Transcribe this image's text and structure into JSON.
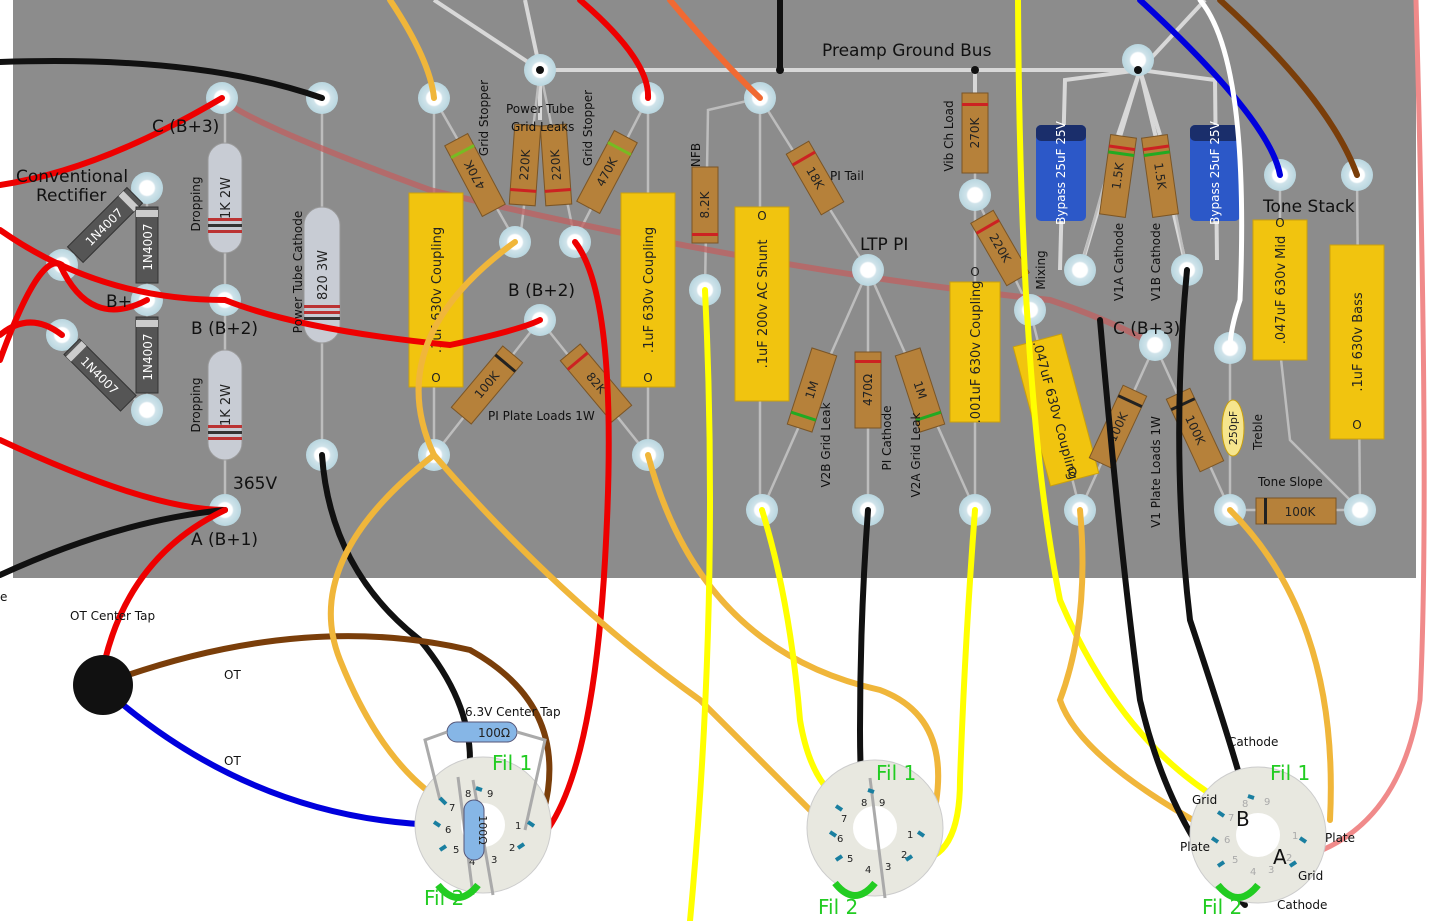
{
  "labels": {
    "preamp_ground_bus": "Preamp Ground Bus",
    "c_b3_left": "C (B+3)",
    "conventional": "Conventional",
    "rectifier": "Rectifier",
    "b_plus": "B+",
    "b_b2_left": "B (B+2)",
    "v365": "365V",
    "a_b1": "A (B+1)",
    "dropping": "Dropping",
    "power_tube_cathode": "Power Tube Cathode",
    "power_tube": "Power Tube",
    "grid_leaks": "Grid Leaks",
    "grid_stopper": "Grid Stopper",
    "b_b2_mid": "B (B+2)",
    "pi_plate_loads": "PI Plate Loads 1W",
    "nfb": "NFB",
    "pi_tail": "PI Tail",
    "ltp_pi": "LTP PI",
    "v2b_grid_leak": "V2B Grid Leak",
    "pi_cathode": "PI Cathode",
    "v2a_grid_leak": "V2A Grid Leak",
    "vib_ch_load": "Vib Ch Load",
    "mixing": "Mixing",
    "v1a_cathode": "V1A Cathode",
    "v1b_cathode": "V1B Cathode",
    "c_b3_right": "C (B+3)",
    "v1_plate_loads": "V1 Plate Loads 1W",
    "treble": "Treble",
    "tone_stack": "Tone Stack",
    "tone_slope": "Tone Slope",
    "ot_center_tap": "OT Center Tap",
    "ot": "OT",
    "ct63": "6.3V Center Tap",
    "fil1": "Fil 1",
    "fil2": "Fil 2",
    "cathode": "Cathode",
    "grid": "Grid",
    "plate": "Plate",
    "tube_b": "B",
    "tube_a": "A",
    "e_cut": "e",
    "o": "O"
  },
  "components": {
    "diode": "1N4007",
    "r_1k2w": "1K 2W",
    "r_820": "820 3W",
    "c_coupling_1uf": ".1uF 630v Coupling",
    "r_470k": "470K",
    "r_220k": "220K",
    "r_100k": "100K",
    "r_82k": "82K",
    "r_82k_nfb": "8.2K",
    "c_ac_shunt": ".1uF 200v AC Shunt",
    "r_18k": "18K",
    "r_1m": "1M",
    "r_470": "470Ω",
    "r_270k": "270K",
    "c_001": ".001uF 630v Coupling",
    "c_047": ".047uF 630v Coupling",
    "bypass": "Bypass 25uF 25V",
    "r_15k": "1.5K",
    "c_250pf": "250pF",
    "c_mid": ".047uF 630v Mid",
    "c_bass": ".1uF 630v Bass",
    "r_100k_slope": "100K",
    "r_100ohm": "100Ω"
  },
  "pins": [
    "1",
    "2",
    "3",
    "4",
    "5",
    "6",
    "7",
    "8",
    "9"
  ],
  "colors": {
    "board": "#8c8c8c",
    "resistor": "#b6813a",
    "capacitor": "#f1c40f",
    "red": "#ee0000",
    "black": "#111111",
    "yellow": "#ffff00",
    "orange_yellow": "#f0b63a",
    "blue": "#0000dd",
    "brown": "#7a3e0a",
    "orange": "#f06a33",
    "pink": "#f08a8a",
    "fil_green": "#22cc22",
    "bypass_blue": "#2c58c8"
  }
}
